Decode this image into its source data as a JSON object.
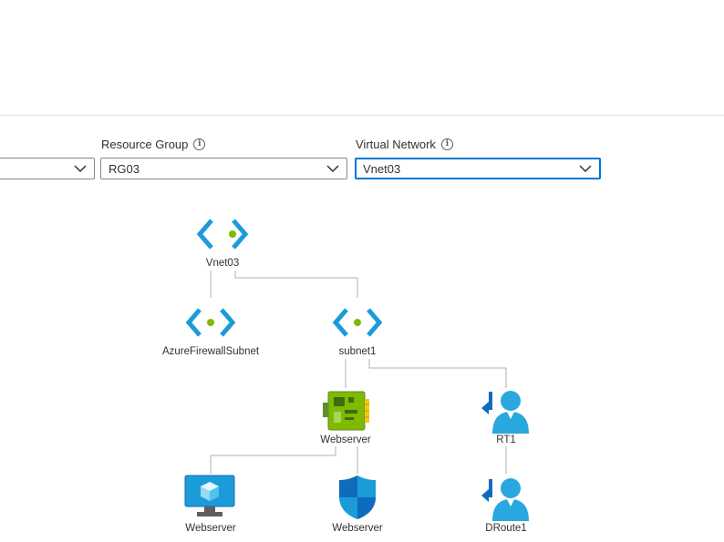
{
  "filters": {
    "resource_group": {
      "label": "Resource Group",
      "value": "RG03"
    },
    "virtual_network": {
      "label": "Virtual Network",
      "value": "Vnet03"
    }
  },
  "icons": {
    "info": "info-icon",
    "chevron": "chevron-down-icon"
  },
  "topology": {
    "nodes": {
      "vnet": {
        "label": "Vnet03",
        "icon": "virtual-network-icon"
      },
      "firewall_subnet": {
        "label": "AzureFirewallSubnet",
        "icon": "subnet-icon"
      },
      "subnet1": {
        "label": "subnet1",
        "icon": "subnet-icon"
      },
      "nic": {
        "label": "Webserver",
        "icon": "network-interface-icon"
      },
      "rt1": {
        "label": "RT1",
        "icon": "route-table-icon"
      },
      "vm": {
        "label": "Webserver",
        "icon": "virtual-machine-icon"
      },
      "nsg": {
        "label": "Webserver",
        "icon": "network-security-group-icon"
      },
      "droute1": {
        "label": "DRoute1",
        "icon": "route-table-icon"
      }
    }
  },
  "colors": {
    "accent": "#0078d4",
    "connector": "#a19f9d",
    "icon_blue": "#1c9bd9",
    "icon_green": "#7fba00"
  }
}
